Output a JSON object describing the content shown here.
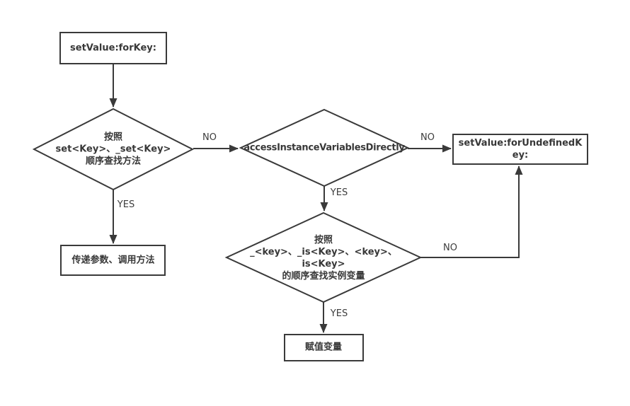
{
  "diagram": {
    "type": "flowchart",
    "colors": {
      "line": "#3a3a3a",
      "node_fill": "#ffffff",
      "text": "#383838",
      "background": "#ffffff"
    },
    "nodes": {
      "set_value_for_key": {
        "shape": "rect",
        "label": "setValue:forKey:"
      },
      "find_setter_method": {
        "shape": "diamond",
        "label": "按照\nset<Key>、_set<Key>\n顺序查找方法"
      },
      "access_instance_variables_directly": {
        "shape": "diamond",
        "label": "accessInstanceVariablesDirectly"
      },
      "set_value_for_undefined_key": {
        "shape": "rect",
        "label": "setValue:forUndefinedKey:"
      },
      "find_instance_variable": {
        "shape": "diamond",
        "label": "按照\n_<key>、_is<Key>、<key>、\nis<Key>\n的顺序查找实例变量"
      },
      "pass_args_call_method": {
        "shape": "rect",
        "label": "传递参数、调用方法"
      },
      "assign_variable": {
        "shape": "rect",
        "label": "赋值变量"
      }
    },
    "edge_labels": {
      "setter_no": "NO",
      "setter_yes": "YES",
      "access_no": "NO",
      "access_yes": "YES",
      "ivar_yes": "YES",
      "ivar_no": "NO"
    }
  }
}
